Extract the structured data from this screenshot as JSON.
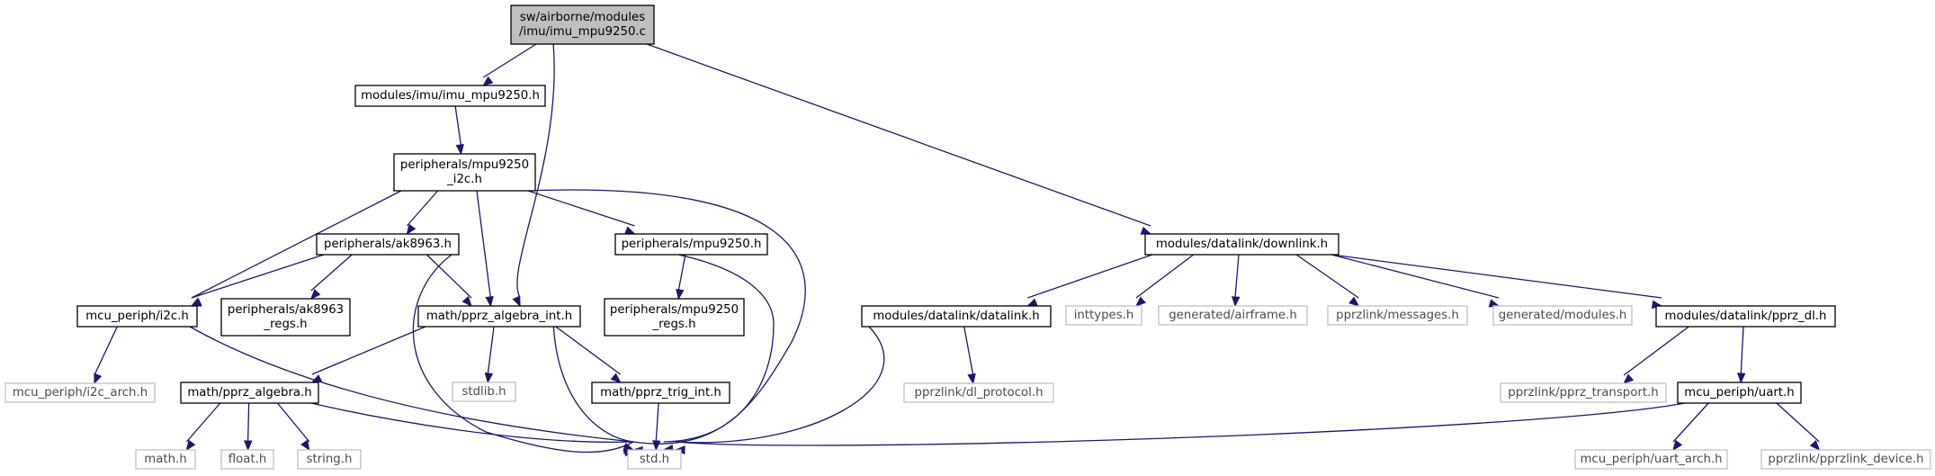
{
  "graph": {
    "nodes": [
      {
        "id": "root",
        "lines": [
          "sw/airborne/modules",
          "/imu/imu_mpu9250.c"
        ],
        "kind": "root"
      },
      {
        "id": "imu_h",
        "lines": [
          "modules/imu/imu_mpu9250.h"
        ],
        "kind": "normal"
      },
      {
        "id": "mpu_i2c",
        "lines": [
          "peripherals/mpu9250",
          "_i2c.h"
        ],
        "kind": "normal"
      },
      {
        "id": "ak8963",
        "lines": [
          "peripherals/ak8963.h"
        ],
        "kind": "normal"
      },
      {
        "id": "mpu9250",
        "lines": [
          "peripherals/mpu9250.h"
        ],
        "kind": "normal"
      },
      {
        "id": "i2c",
        "lines": [
          "mcu_periph/i2c.h"
        ],
        "kind": "normal"
      },
      {
        "id": "ak_regs",
        "lines": [
          "peripherals/ak8963",
          "_regs.h"
        ],
        "kind": "normal"
      },
      {
        "id": "alg_int",
        "lines": [
          "math/pprz_algebra_int.h"
        ],
        "kind": "normal"
      },
      {
        "id": "mpu_regs",
        "lines": [
          "peripherals/mpu9250",
          "_regs.h"
        ],
        "kind": "normal"
      },
      {
        "id": "i2c_arch",
        "lines": [
          "mcu_periph/i2c_arch.h"
        ],
        "kind": "missing"
      },
      {
        "id": "alg",
        "lines": [
          "math/pprz_algebra.h"
        ],
        "kind": "normal"
      },
      {
        "id": "stdlib",
        "lines": [
          "stdlib.h"
        ],
        "kind": "missing"
      },
      {
        "id": "trig",
        "lines": [
          "math/pprz_trig_int.h"
        ],
        "kind": "normal"
      },
      {
        "id": "math",
        "lines": [
          "math.h"
        ],
        "kind": "missing"
      },
      {
        "id": "float",
        "lines": [
          "float.h"
        ],
        "kind": "missing"
      },
      {
        "id": "string",
        "lines": [
          "string.h"
        ],
        "kind": "missing"
      },
      {
        "id": "std",
        "lines": [
          "std.h"
        ],
        "kind": "missing"
      },
      {
        "id": "downlink",
        "lines": [
          "modules/datalink/downlink.h"
        ],
        "kind": "normal"
      },
      {
        "id": "datalink",
        "lines": [
          "modules/datalink/datalink.h"
        ],
        "kind": "normal"
      },
      {
        "id": "inttypes",
        "lines": [
          "inttypes.h"
        ],
        "kind": "missing"
      },
      {
        "id": "airframe",
        "lines": [
          "generated/airframe.h"
        ],
        "kind": "missing"
      },
      {
        "id": "messages",
        "lines": [
          "pprzlink/messages.h"
        ],
        "kind": "missing"
      },
      {
        "id": "modules",
        "lines": [
          "generated/modules.h"
        ],
        "kind": "missing"
      },
      {
        "id": "pprz_dl",
        "lines": [
          "modules/datalink/pprz_dl.h"
        ],
        "kind": "normal"
      },
      {
        "id": "dl_protocol",
        "lines": [
          "pprzlink/dl_protocol.h"
        ],
        "kind": "missing"
      },
      {
        "id": "transport",
        "lines": [
          "pprzlink/pprz_transport.h"
        ],
        "kind": "missing"
      },
      {
        "id": "uart",
        "lines": [
          "mcu_periph/uart.h"
        ],
        "kind": "normal"
      },
      {
        "id": "uart_arch",
        "lines": [
          "mcu_periph/uart_arch.h"
        ],
        "kind": "missing"
      },
      {
        "id": "device",
        "lines": [
          "pprzlink/pprzlink_device.h"
        ],
        "kind": "missing"
      }
    ],
    "edges": [
      [
        "root",
        "imu_h"
      ],
      [
        "root",
        "alg_int"
      ],
      [
        "root",
        "downlink"
      ],
      [
        "imu_h",
        "mpu_i2c"
      ],
      [
        "mpu_i2c",
        "i2c"
      ],
      [
        "mpu_i2c",
        "ak8963"
      ],
      [
        "mpu_i2c",
        "alg_int"
      ],
      [
        "mpu_i2c",
        "mpu9250"
      ],
      [
        "mpu_i2c",
        "std"
      ],
      [
        "ak8963",
        "i2c"
      ],
      [
        "ak8963",
        "ak_regs"
      ],
      [
        "ak8963",
        "alg_int"
      ],
      [
        "ak8963",
        "std"
      ],
      [
        "mpu9250",
        "mpu_regs"
      ],
      [
        "mpu9250",
        "std"
      ],
      [
        "i2c",
        "i2c_arch"
      ],
      [
        "i2c",
        "std"
      ],
      [
        "alg_int",
        "alg"
      ],
      [
        "alg_int",
        "stdlib"
      ],
      [
        "alg_int",
        "trig"
      ],
      [
        "alg_int",
        "std"
      ],
      [
        "alg",
        "math"
      ],
      [
        "alg",
        "float"
      ],
      [
        "alg",
        "string"
      ],
      [
        "alg",
        "std"
      ],
      [
        "trig",
        "std"
      ],
      [
        "downlink",
        "datalink"
      ],
      [
        "downlink",
        "inttypes"
      ],
      [
        "downlink",
        "airframe"
      ],
      [
        "downlink",
        "messages"
      ],
      [
        "downlink",
        "modules"
      ],
      [
        "downlink",
        "pprz_dl"
      ],
      [
        "datalink",
        "dl_protocol"
      ],
      [
        "datalink",
        "std"
      ],
      [
        "pprz_dl",
        "transport"
      ],
      [
        "pprz_dl",
        "uart"
      ],
      [
        "uart",
        "std"
      ],
      [
        "uart",
        "uart_arch"
      ],
      [
        "uart",
        "device"
      ]
    ]
  }
}
